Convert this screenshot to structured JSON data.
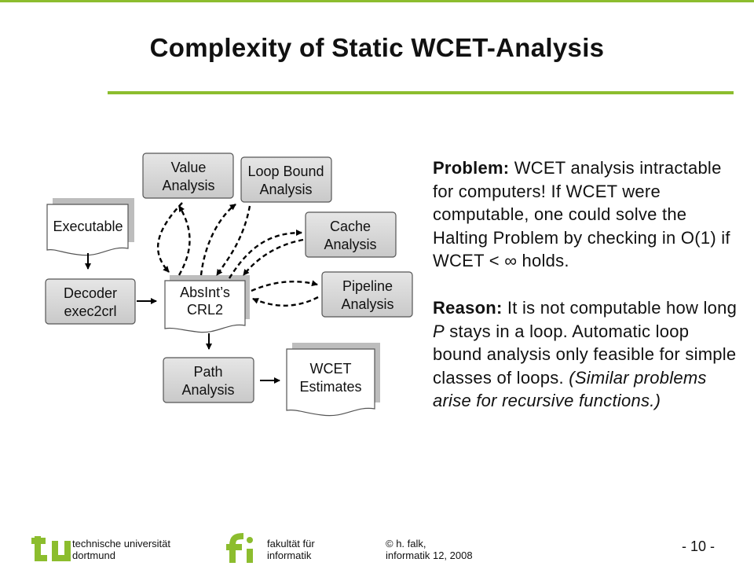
{
  "slide": {
    "title": "Complexity of Static WCET-Analysis",
    "page_number": "- 10 -"
  },
  "diagram": {
    "value_analysis": [
      "Value",
      "Analysis"
    ],
    "loop_bound": [
      "Loop Bound",
      "Analysis"
    ],
    "cache": [
      "Cache",
      "Analysis"
    ],
    "pipeline": [
      "Pipeline",
      "Analysis"
    ],
    "executable": "Executable",
    "decoder": [
      "Decoder",
      "exec2crl"
    ],
    "crl2": [
      "AbsInt’s",
      "CRL2"
    ],
    "path": [
      "Path",
      "Analysis"
    ],
    "wcet": [
      "WCET",
      "Estimates"
    ]
  },
  "text": {
    "problem_label": "Problem:",
    "problem_body": " WCET analysis intractable for computers! If WCET were computable, one could solve the Halting Problem by checking in O(1) if WCET < ∞ holds.",
    "reason_label": "Reason:",
    "reason_body_1": " It is not computable how long ",
    "reason_var": "P",
    "reason_body_2": " stays in a loop. Automatic loop bound analysis only feasible for simple classes of loops.",
    "reason_note": "(Similar problems arise for recursive functions.)"
  },
  "footer": {
    "uni_line1": "technische universität",
    "uni_line2": "dortmund",
    "fac_line1": "fakultät für",
    "fac_line2": "informatik",
    "author_line1": "© h. falk,",
    "author_line2": "informatik 12,  2008"
  },
  "colors": {
    "accent_green": "#8cbd2e",
    "box_gray": "#d6d6d6"
  }
}
